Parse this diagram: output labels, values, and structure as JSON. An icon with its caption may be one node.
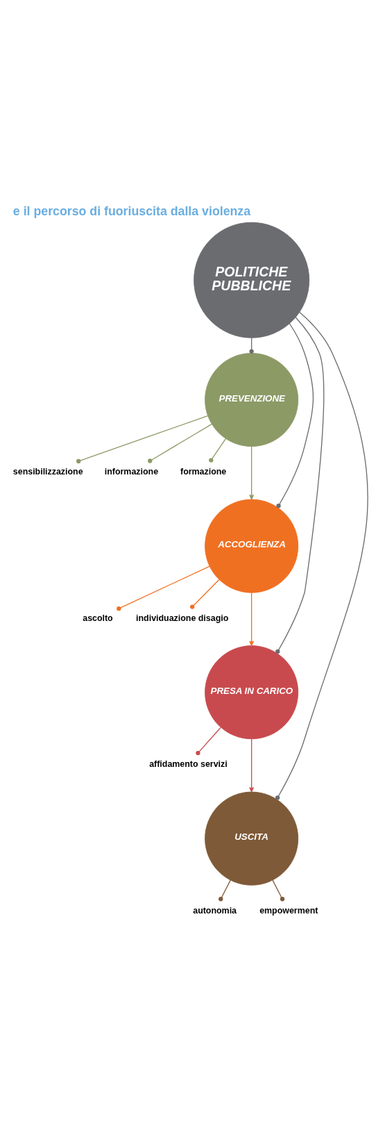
{
  "diagram": {
    "title": "e il percorso di fuoriuscita dalla violenza",
    "nodes": [
      {
        "text": [
          "POLITICHE PUBBLICHE"
        ]
      },
      {
        "text": [
          "PREVENZIONE"
        ]
      },
      {
        "text": [
          "sensibilizzazione"
        ]
      },
      {
        "text": [
          "informazione"
        ]
      },
      {
        "text": [
          "formazione"
        ]
      },
      {
        "text": [
          "ACCOGLIENZA"
        ]
      },
      {
        "text": [
          "ascolto"
        ]
      },
      {
        "text": [
          "individuazione disagio"
        ]
      },
      {
        "text": [
          "PRESA IN CARICO"
        ]
      },
      {
        "text": [
          "affidamento servizi"
        ]
      },
      {
        "text": [
          "USCITA"
        ]
      },
      {
        "text": [
          "autonomia"
        ]
      },
      {
        "text": [
          "empowerment"
        ]
      }
    ],
    "edges": [
      {
        "from": 0,
        "to": 1,
        "arrow": "other",
        "color": "#6b6c70"
      },
      {
        "from": 0,
        "to": 5,
        "arrow": "other",
        "color": "#6b6c70"
      },
      {
        "from": 0,
        "to": 8,
        "arrow": "other",
        "color": "#6b6c70"
      },
      {
        "from": 0,
        "to": 10,
        "arrow": "other",
        "color": "#6b6c70"
      },
      {
        "from": 1,
        "to": 2,
        "arrow": "other",
        "color": "#8c9a66"
      },
      {
        "from": 1,
        "to": 3,
        "arrow": "other",
        "color": "#8c9a66"
      },
      {
        "from": 1,
        "to": 4,
        "arrow": "other",
        "color": "#8c9a66"
      },
      {
        "from": 1,
        "to": 5,
        "arrow": "to",
        "color": "#8c9a66"
      },
      {
        "from": 5,
        "to": 6,
        "arrow": "other",
        "color": "#f07022"
      },
      {
        "from": 5,
        "to": 7,
        "arrow": "other",
        "color": "#f07022"
      },
      {
        "from": 5,
        "to": 8,
        "arrow": "to",
        "color": "#f07022"
      },
      {
        "from": 8,
        "to": 9,
        "arrow": "other",
        "color": "#c84a4e"
      },
      {
        "from": 8,
        "to": 10,
        "arrow": "to",
        "color": "#c84a4e"
      },
      {
        "from": 10,
        "to": 11,
        "arrow": "other",
        "color": "#7f5a38"
      },
      {
        "from": 10,
        "to": 12,
        "arrow": "other",
        "color": "#7f5a38"
      }
    ]
  }
}
